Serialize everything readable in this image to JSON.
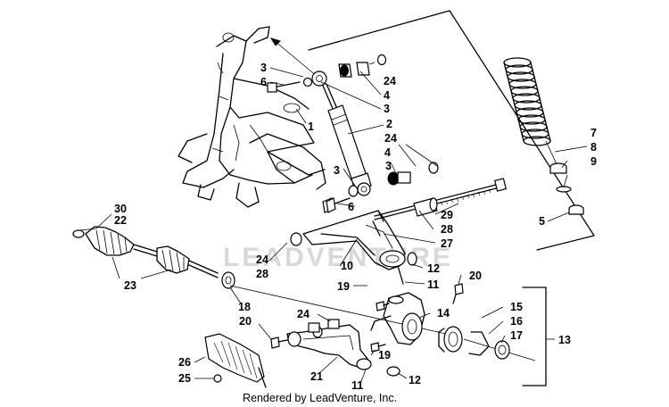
{
  "diagram": {
    "watermark": "LEADVENTURE",
    "footer": "Rendered by LeadVenture, Inc."
  },
  "callouts": [
    {
      "id": "c1",
      "label": "1"
    },
    {
      "id": "c2",
      "label": "2"
    },
    {
      "id": "c3a",
      "label": "3"
    },
    {
      "id": "c3b",
      "label": "3"
    },
    {
      "id": "c3c",
      "label": "3"
    },
    {
      "id": "c3d",
      "label": "3"
    },
    {
      "id": "c4a",
      "label": "4"
    },
    {
      "id": "c4b",
      "label": "4"
    },
    {
      "id": "c5",
      "label": "5"
    },
    {
      "id": "c6a",
      "label": "6"
    },
    {
      "id": "c6b",
      "label": "6"
    },
    {
      "id": "c7",
      "label": "7"
    },
    {
      "id": "c8",
      "label": "8"
    },
    {
      "id": "c9",
      "label": "9"
    },
    {
      "id": "c10",
      "label": "10"
    },
    {
      "id": "c11a",
      "label": "11"
    },
    {
      "id": "c11b",
      "label": "11"
    },
    {
      "id": "c12a",
      "label": "12"
    },
    {
      "id": "c12b",
      "label": "12"
    },
    {
      "id": "c13",
      "label": "13"
    },
    {
      "id": "c14",
      "label": "14"
    },
    {
      "id": "c15",
      "label": "15"
    },
    {
      "id": "c16",
      "label": "16"
    },
    {
      "id": "c17",
      "label": "17"
    },
    {
      "id": "c18",
      "label": "18"
    },
    {
      "id": "c19a",
      "label": "19"
    },
    {
      "id": "c19b",
      "label": "19"
    },
    {
      "id": "c20a",
      "label": "20"
    },
    {
      "id": "c20b",
      "label": "20"
    },
    {
      "id": "c21",
      "label": "21"
    },
    {
      "id": "c22",
      "label": "22"
    },
    {
      "id": "c23",
      "label": "23"
    },
    {
      "id": "c24a",
      "label": "24"
    },
    {
      "id": "c24b",
      "label": "24"
    },
    {
      "id": "c24c",
      "label": "24"
    },
    {
      "id": "c24d",
      "label": "24"
    },
    {
      "id": "c25",
      "label": "25"
    },
    {
      "id": "c26",
      "label": "26"
    },
    {
      "id": "c27",
      "label": "27"
    },
    {
      "id": "c28a",
      "label": "28"
    },
    {
      "id": "c28b",
      "label": "28"
    },
    {
      "id": "c29",
      "label": "29"
    },
    {
      "id": "c30",
      "label": "30"
    }
  ]
}
